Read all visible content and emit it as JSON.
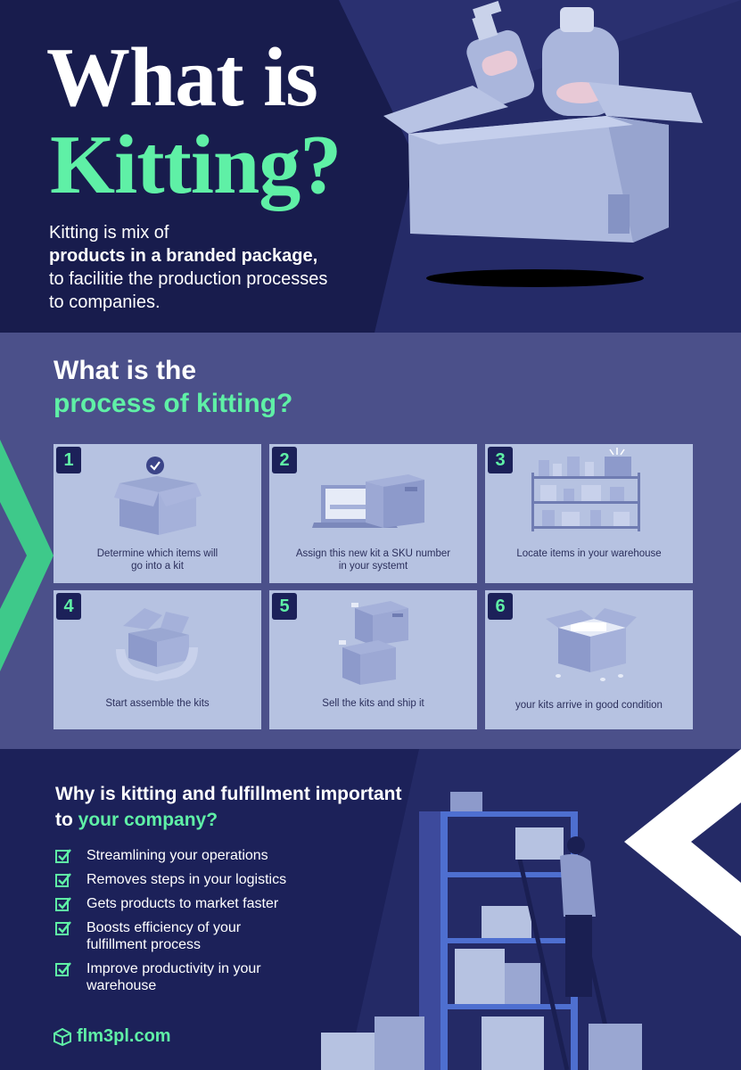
{
  "hero": {
    "title_line1": "What is",
    "title_line2": "Kitting?",
    "text_line1": "Kitting is mix of",
    "text_line2": "products in a branded package,",
    "text_line3": "to facilitie the production processes",
    "text_line4": "to companies."
  },
  "process": {
    "title_line1": "What is the",
    "title_line2": "process of kitting?",
    "steps": [
      {
        "number": "1",
        "caption_line1": "Determine which items will",
        "caption_line2": "go into a kit"
      },
      {
        "number": "2",
        "caption_line1": "Assign this new kit a SKU number",
        "caption_line2": "in your systemt"
      },
      {
        "number": "3",
        "caption_line1": "Locate items in your warehouse",
        "caption_line2": ""
      },
      {
        "number": "4",
        "caption_line1": "Start assemble the kits",
        "caption_line2": ""
      },
      {
        "number": "5",
        "caption_line1": "Sell the kits and ship it",
        "caption_line2": ""
      },
      {
        "number": "6",
        "caption_line1": "your kits arrive in good condition",
        "caption_line2": ""
      }
    ]
  },
  "why": {
    "title_part1": "Why is kitting and fulfillment important to",
    "title_highlight": "your company?",
    "items": [
      {
        "line1": "Streamlining your operations",
        "line2": ""
      },
      {
        "line1": "Removes steps in your logistics",
        "line2": ""
      },
      {
        "line1": "Gets products to market faster",
        "line2": ""
      },
      {
        "line1": "Boosts efficiency of your",
        "line2": " fulfillment process"
      },
      {
        "line1": "Improve productivity in your",
        "line2": "warehouse"
      }
    ]
  },
  "brand": {
    "name": "flm3pl.com"
  },
  "icons": {
    "check": "check-icon",
    "brand": "box-logo-icon",
    "step_icons": [
      "open-box-check-icon",
      "laptop-box-icon",
      "shelf-icon",
      "hands-box-icon",
      "stacked-boxes-icon",
      "open-box-items-icon"
    ]
  },
  "colors": {
    "navy": "#1c2159",
    "accent_green": "#5ff0a6",
    "card": "#b6c2e1",
    "mid_purple": "#4b508a",
    "white": "#ffffff"
  }
}
